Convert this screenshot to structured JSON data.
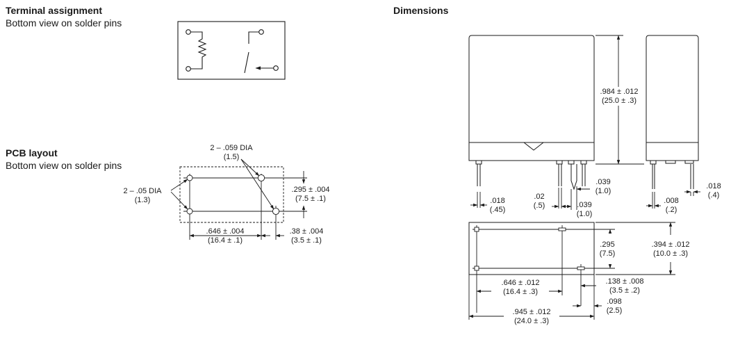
{
  "terminal": {
    "title": "Terminal assignment",
    "subtitle": "Bottom view on solder pins"
  },
  "pcb": {
    "title": "PCB layout",
    "subtitle": "Bottom view on solder pins",
    "hole_small": [
      "2 – .05 DIA",
      "(1.3)"
    ],
    "hole_large": [
      "2 – .059 DIA",
      "(1.5)"
    ],
    "pitch_v": [
      ".295 ± .004",
      "(7.5 ± .1)"
    ],
    "pitch_h": [
      ".646 ± .004",
      "(16.4 ± .1)"
    ],
    "offset": [
      ".38 ± .004",
      "(3.5 ± .1)"
    ]
  },
  "dimensions": {
    "title": "Dimensions",
    "height": [
      ".984 ± .012",
      "(25.0 ± .3)"
    ],
    "pin_width_front": [
      ".018",
      "(.45)"
    ],
    "pin_gap_a": [
      ".02",
      "(.5)"
    ],
    "pin_gap_b": [
      ".039",
      "(1.0)"
    ],
    "pin_gap_c": [
      ".039",
      "(1.0)"
    ],
    "side_pin_a": [
      ".008",
      "(.2)"
    ],
    "side_pin_b": [
      ".018",
      "(.4)"
    ],
    "bottom_pitch_v": [
      ".295",
      "(7.5)"
    ],
    "bottom_width": [
      ".394 ± .012",
      "(10.0 ± .3)"
    ],
    "bottom_pitch_h": [
      ".646 ± .012",
      "(16.4 ± .3)"
    ],
    "bottom_offset": [
      ".138 ± .008",
      "(3.5 ± .2)"
    ],
    "bottom_pin": [
      ".098",
      "(2.5)"
    ],
    "bottom_length": [
      ".945 ± .012",
      "(24.0 ± .3)"
    ]
  }
}
